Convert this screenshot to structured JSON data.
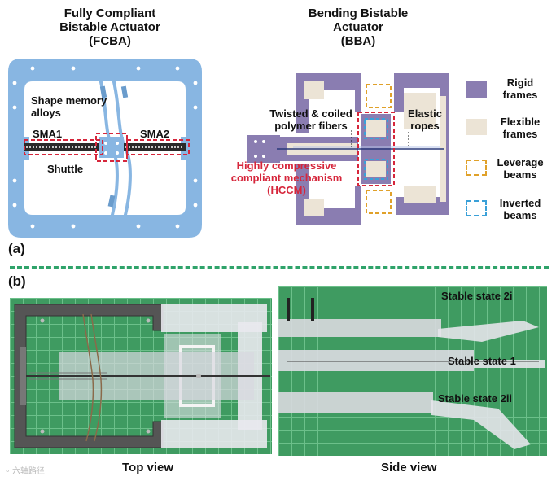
{
  "fcba": {
    "title_line1": "Fully Compliant",
    "title_line2": "Bistable Actuator",
    "title_line3": "(FCBA)",
    "label_sma_alloys_1": "Shape memory",
    "label_sma_alloys_2": "alloys",
    "label_sma1": "SMA1",
    "label_sma2": "SMA2",
    "label_shuttle": "Shuttle"
  },
  "bba": {
    "title_line1": "Bending Bistable",
    "title_line2": "Actuator",
    "title_line3": "(BBA)",
    "label_twisted_1": "Twisted & coiled",
    "label_twisted_2": "polymer fibers",
    "label_elastic_1": "Elastic",
    "label_elastic_2": "ropes",
    "label_hccm_1": "Highly compressive",
    "label_hccm_2": "compliant mechanism",
    "label_hccm_3": "(HCCM)"
  },
  "legend": {
    "rigid_1": "Rigid",
    "rigid_2": "frames",
    "flexible_1": "Flexible",
    "flexible_2": "frames",
    "leverage_1": "Leverage",
    "leverage_2": "beams",
    "inverted_1": "Inverted",
    "inverted_2": "beams"
  },
  "panels": {
    "a": "(a)",
    "b": "(b)"
  },
  "photos": {
    "top_view_caption": "Top view",
    "side_view_caption": "Side view",
    "state_2i": "Stable state 2i",
    "state_1": "Stable state 1",
    "state_2ii": "Stable state 2ii"
  },
  "watermark": "六轴路径",
  "colors": {
    "fcba_blue": "#88b6e2",
    "rigid_purple": "#8a7db1",
    "flexible_beige": "#ece4d6",
    "leverage_orange": "#e0a12a",
    "inverted_blue": "#3aa0d8",
    "highlight_red": "#d6263b",
    "divider_green": "#2fa36a",
    "mat_green": "#3f9b61"
  }
}
